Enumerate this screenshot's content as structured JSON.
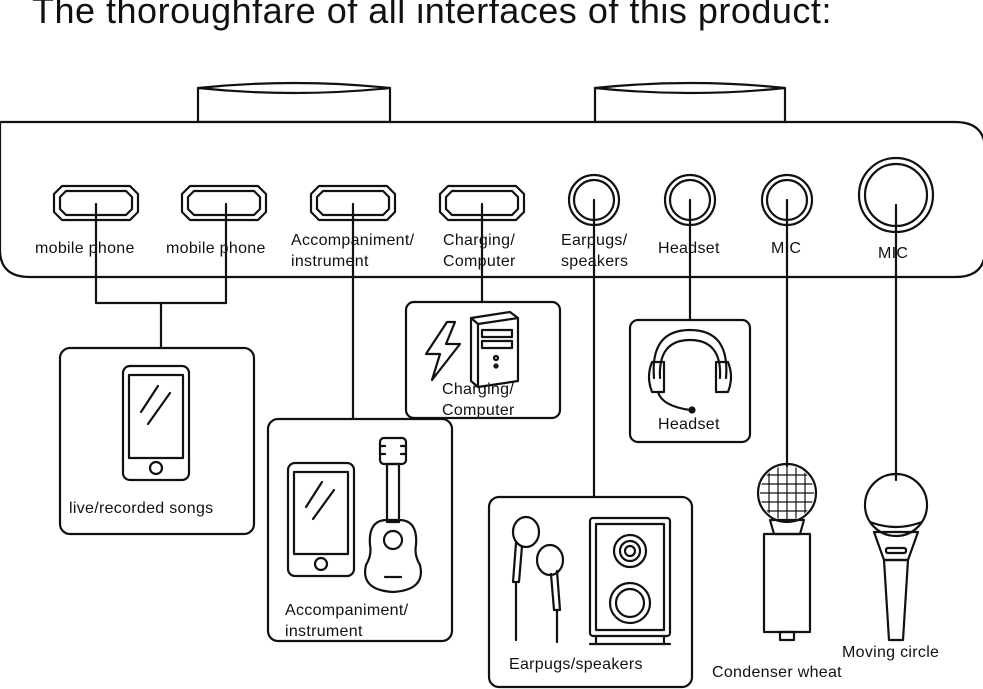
{
  "title": "The thoroughfare of all interfaces of this product:",
  "ports": [
    {
      "label": "mobile phone"
    },
    {
      "label": "mobile phone"
    },
    {
      "label_line1": "Accompaniment/",
      "label_line2": "instrument"
    },
    {
      "label_line1": "Charging/",
      "label_line2": "Computer"
    },
    {
      "label_line1": "Earpugs/",
      "label_line2": "speakers"
    },
    {
      "label": "Headset"
    },
    {
      "label": "MIC"
    },
    {
      "label": "MIC"
    }
  ],
  "devices": {
    "phone_songs": {
      "label": "live/recorded songs"
    },
    "accompaniment": {
      "label_line1": "Accompaniment/",
      "label_line2": "instrument"
    },
    "computer": {
      "label_line1": "Charging/",
      "label_line2": "Computer"
    },
    "earpugs": {
      "label": "Earpugs/speakers"
    },
    "headset": {
      "label": "Headset"
    },
    "condenser_mic": {
      "label": "Condenser wheat"
    },
    "moving_mic": {
      "label": "Moving circle"
    }
  },
  "icons": [
    "smartphone-icon",
    "guitar-icon",
    "computer-tower-icon",
    "lightning-icon",
    "headset-icon",
    "earphones-icon",
    "speaker-icon",
    "condenser-mic-icon",
    "dynamic-mic-icon"
  ]
}
